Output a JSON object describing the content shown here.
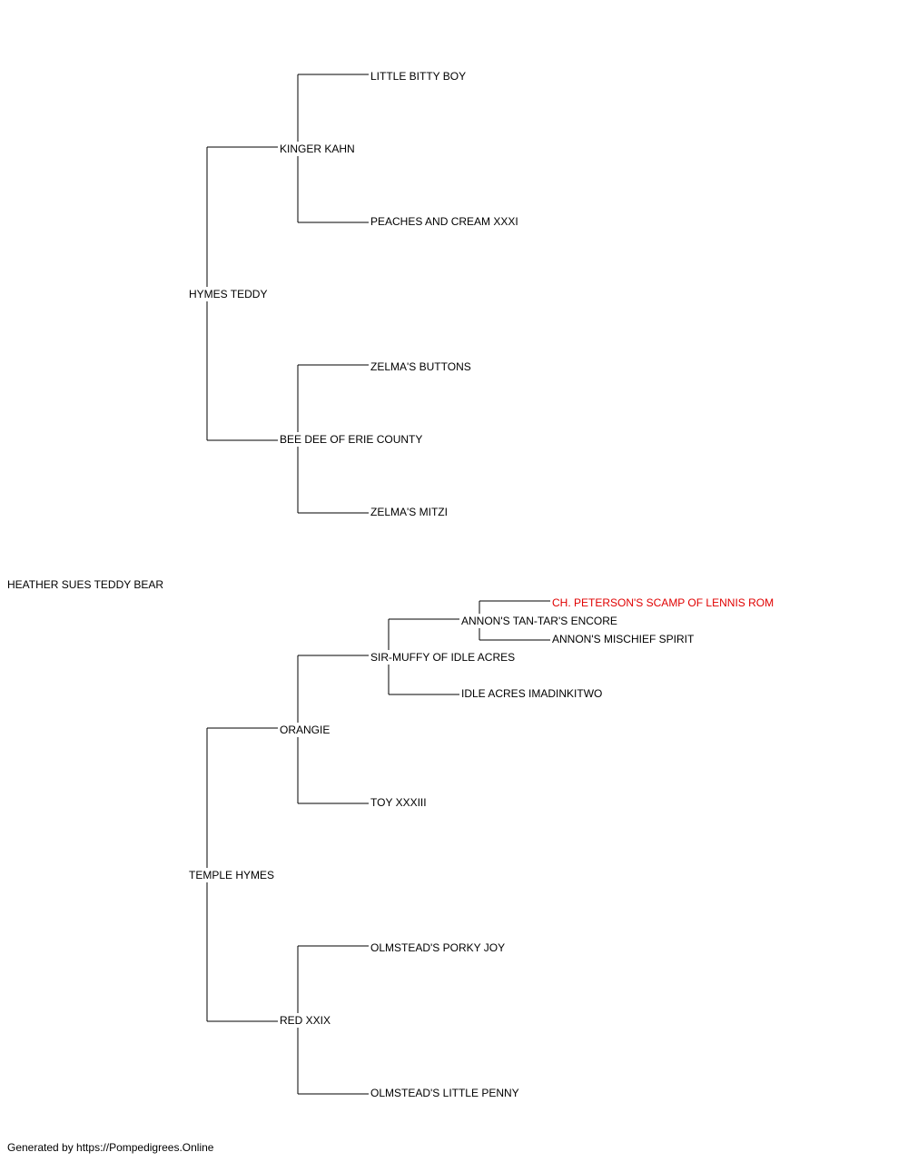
{
  "pedigree": {
    "subject": "HEATHER SUES TEDDY BEAR",
    "sire": "HYMES TEDDY",
    "sire_sire": "KINGER KAHN",
    "sire_sire_sire": "LITTLE BITTY BOY",
    "sire_sire_dam": "PEACHES AND CREAM XXXI",
    "sire_dam": "BEE DEE OF ERIE COUNTY",
    "sire_dam_sire": "ZELMA'S BUTTONS",
    "sire_dam_dam": "ZELMA'S MITZI",
    "dam": "TEMPLE HYMES",
    "dam_sire": "ORANGIE",
    "dam_sire_sire": "SIR-MUFFY OF IDLE ACRES",
    "dam_sire_sire_sire": "ANNON'S TAN-TAR'S ENCORE",
    "dam_sire_sire_sire_sire": "CH. PETERSON'S SCAMP OF LENNIS ROM",
    "dam_sire_sire_sire_dam": "ANNON'S MISCHIEF SPIRIT",
    "dam_sire_sire_dam": "IDLE ACRES IMADINKITWO",
    "dam_sire_dam": "TOY XXXIII",
    "dam_dam": "RED XXIX",
    "dam_dam_sire": "OLMSTEAD'S PORKY JOY",
    "dam_dam_dam": "OLMSTEAD'S LITTLE PENNY"
  },
  "colors": {
    "line": "#000000",
    "highlight": "#e00000"
  },
  "footer": "Generated by https://Pompedigrees.Online"
}
